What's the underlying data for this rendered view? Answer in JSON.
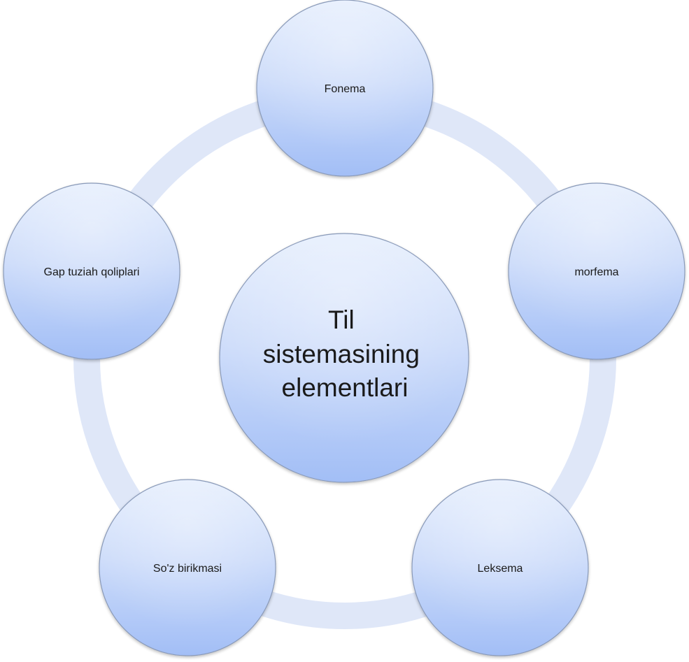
{
  "diagram": {
    "center": {
      "lines": [
        "Til",
        "sistemasining",
        "elementlari"
      ]
    },
    "nodes": [
      {
        "label": "Fonema"
      },
      {
        "label": "morfema"
      },
      {
        "label": "Leksema"
      },
      {
        "label": "So'z birikmasi"
      },
      {
        "label": "Gap tuziah qoliplari"
      }
    ],
    "colors": {
      "ring": "#dde6f7",
      "circle_top": "#e3ecfd",
      "circle_bottom": "#a3bff7",
      "circle_stroke": "#8a9ab8",
      "text": "#1a1a1a"
    }
  }
}
